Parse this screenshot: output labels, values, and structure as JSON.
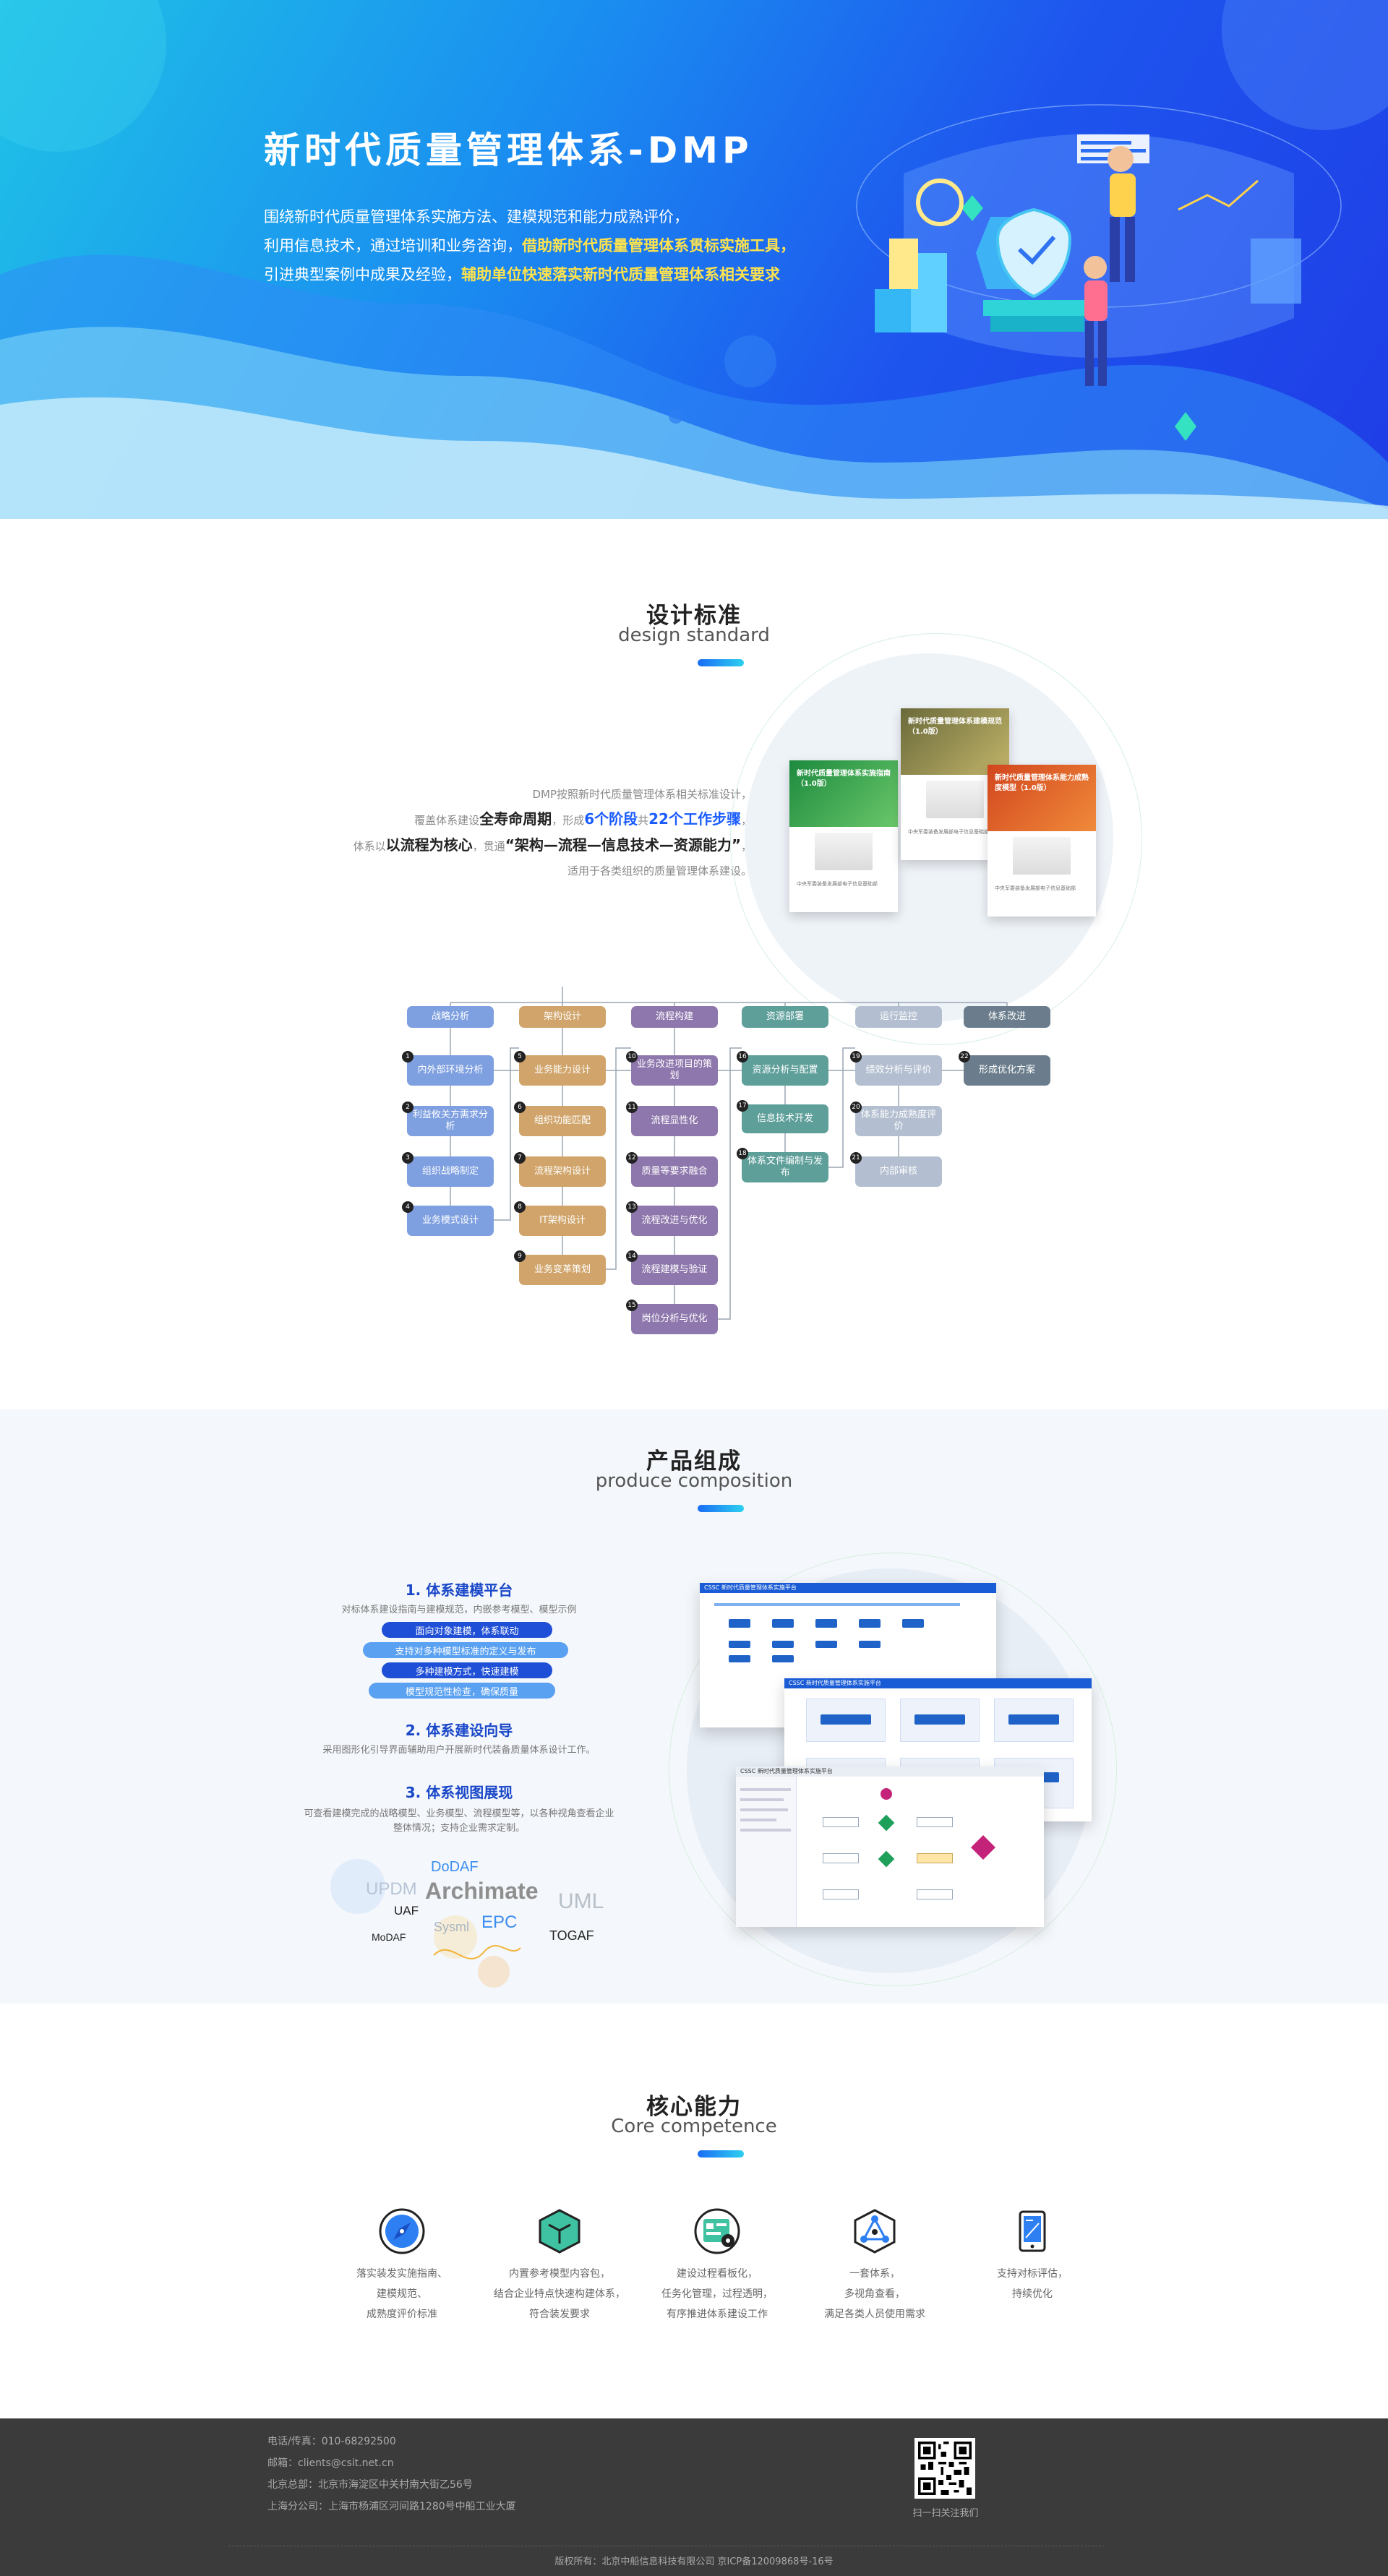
{
  "hero": {
    "title": "新时代质量管理体系-DMP",
    "desc_line1": "围绕新时代质量管理体系实施方法、建模规范和能力成熟评价，",
    "desc_line2a": "利用信息技术，通过培训和业务咨询，",
    "desc_line2b": "借助新时代质量管理体系贯标实施工具，",
    "desc_line3a": "引进典型案例中成果及经验，",
    "desc_line3b": "辅助单位快速落实新时代质量管理体系相关要求"
  },
  "design": {
    "title": "设计标准",
    "subtitle": "design standard",
    "l1": "DMP按照新时代质量管理体系相关标准设计，",
    "l2a": "覆盖体系建设",
    "l2b": "全寿命周期",
    "l2c": "，形成",
    "l2d": "6个阶段",
    "l2e": "共",
    "l2f": "22个工作步骤",
    "l2g": "，",
    "l3a": "体系以",
    "l3b": "以流程为核心",
    "l3c": "，贯通",
    "l3d": "“架构—流程—信息技术—资源能力”",
    "l3e": "，",
    "l4": "适用于各类组织的质量管理体系建设。",
    "books": [
      {
        "title": "新时代质量管理体系实施指南（1.0版）",
        "foot": "中央军委装备发展部电子信息基础部"
      },
      {
        "title": "新时代质量管理体系建模规范（1.0版）",
        "foot": "中央军委装备发展部电子信息基础部"
      },
      {
        "title": "新时代质量管理体系能力成熟度模型（1.0版）",
        "foot": "中央军委装备发展部电子信息基础部"
      }
    ]
  },
  "flow": {
    "heads": [
      "战略分析",
      "架构设计",
      "流程构建",
      "资源部署",
      "运行监控",
      "体系改进"
    ],
    "col1": [
      "内外部环境分析",
      "利益攸关方需求分析",
      "组织战略制定",
      "业务模式设计"
    ],
    "col2": [
      "业务能力设计",
      "组织功能匹配",
      "流程架构设计",
      "IT架构设计",
      "业务变革策划"
    ],
    "col3": [
      "业务改进项目的策划",
      "流程显性化",
      "质量等要求融合",
      "流程改进与优化",
      "流程建模与验证",
      "岗位分析与优化"
    ],
    "col4": [
      "资源分析与配置",
      "信息技术开发",
      "体系文件编制与发布"
    ],
    "col5": [
      "绩效分析与评价",
      "体系能力成熟度评价",
      "内部审核"
    ],
    "col6": [
      "形成优化方案"
    ]
  },
  "product": {
    "title": "产品组成",
    "subtitle": "produce composition",
    "h1": "1. 体系建模平台",
    "p1": "对标体系建设指南与建模规范，内嵌参考模型、模型示例",
    "pills": [
      "面向对象建模，体系联动",
      "支持对多种模型标准的定义与发布",
      "多种建模方式，快速建模",
      "模型规范性检查，确保质量"
    ],
    "h2": "2. 体系建设向导",
    "p2": "采用图形化引导界面辅助用户开展新时代装备质量体系设计工作。",
    "h3": "3. 体系视图展现",
    "p3a": "可查看建模完成的战略模型、业务模型、流程模型等，以各种视角查看企业",
    "p3b": "整体情况；支持企业需求定制。",
    "tags": [
      "DoDAF",
      "UPDM",
      "Archimate",
      "UML",
      "UAF",
      "Sysml",
      "EPC",
      "MoDAF",
      "TOGAF"
    ],
    "screen_label": "CSSC 新时代质量管理体系实施平台"
  },
  "core": {
    "title": "核心能力",
    "subtitle": "Core competence",
    "items": [
      {
        "icon": "compass-icon",
        "l1": "落实装发实施指南、",
        "l2": "建模规范、",
        "l3": "成熟度评价标准"
      },
      {
        "icon": "cube-icon",
        "l1": "内置参考模型内容包，",
        "l2": "结合企业特点快速构建体系，",
        "l3": "符合装发要求"
      },
      {
        "icon": "process-icon",
        "l1": "建设过程看板化，",
        "l2": "任务化管理，过程透明，",
        "l3": "有序推进体系建设工作"
      },
      {
        "icon": "network-icon",
        "l1": "一套体系，",
        "l2": "多视角查看，",
        "l3": "满足各类人员使用需求"
      },
      {
        "icon": "report-icon",
        "l1": "支持对标评估，",
        "l2": "持续优化",
        "l3": ""
      }
    ]
  },
  "footer": {
    "phone": "电话/传真：010-68292500",
    "email": "邮箱：clients@csit.net.cn",
    "addr_bj": "北京总部：北京市海淀区中关村南大街乙56号",
    "addr_sh": "上海分公司：上海市杨浦区河间路1280号中船工业大厦",
    "qr_caption": "扫一扫关注我们",
    "copyright": "版权所有：北京中船信息科技有限公司    京ICP备12009868号-16号"
  }
}
